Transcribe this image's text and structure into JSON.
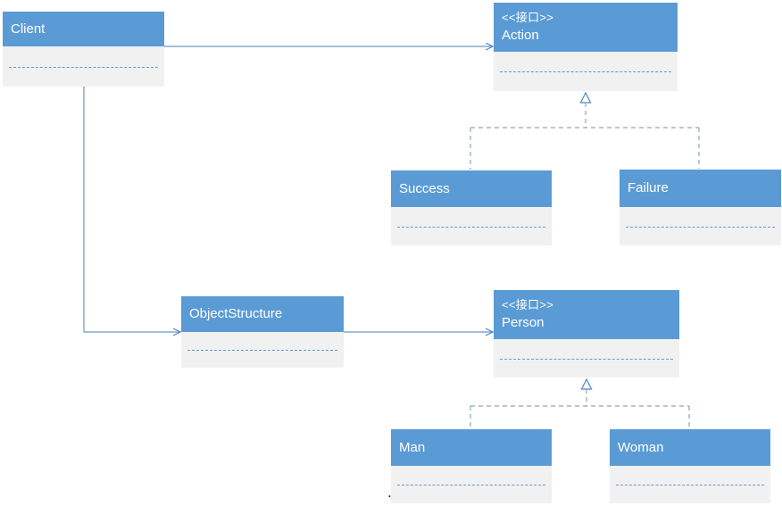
{
  "diagram": {
    "type": "uml-class-diagram",
    "nodes": [
      {
        "id": "client",
        "stereotype": "",
        "label": "Client"
      },
      {
        "id": "action",
        "stereotype": "<<接口>>",
        "label": "Action"
      },
      {
        "id": "success",
        "stereotype": "",
        "label": "Success"
      },
      {
        "id": "failure",
        "stereotype": "",
        "label": "Failure"
      },
      {
        "id": "objectstructure",
        "stereotype": "",
        "label": "ObjectStructure"
      },
      {
        "id": "person",
        "stereotype": "<<接口>>",
        "label": "Person"
      },
      {
        "id": "man",
        "stereotype": "",
        "label": "Man"
      },
      {
        "id": "woman",
        "stereotype": "",
        "label": "Woman"
      }
    ],
    "edges": [
      {
        "from": "Client",
        "to": "Action",
        "type": "association-arrow"
      },
      {
        "from": "Client",
        "to": "ObjectStructure",
        "type": "association-arrow"
      },
      {
        "from": "ObjectStructure",
        "to": "Person",
        "type": "association-arrow"
      },
      {
        "from": "Success",
        "to": "Action",
        "type": "realization-dashed-triangle"
      },
      {
        "from": "Failure",
        "to": "Action",
        "type": "realization-dashed-triangle"
      },
      {
        "from": "Man",
        "to": "Person",
        "type": "realization-dashed-triangle"
      },
      {
        "from": "Woman",
        "to": "Person",
        "type": "realization-dashed-triangle"
      }
    ],
    "colors": {
      "header_fill": "#5b9bd5",
      "body_fill": "#f1f1f1",
      "divider": "#6b9ac9",
      "solid_connector": "#6d97c8",
      "arrowhead": "#4e86c8",
      "dashed_connector": "#90a4b8",
      "triangle_stroke": "#4e86c8",
      "text": "#ffffff",
      "background": "#ffffff"
    },
    "stray_text": "."
  }
}
